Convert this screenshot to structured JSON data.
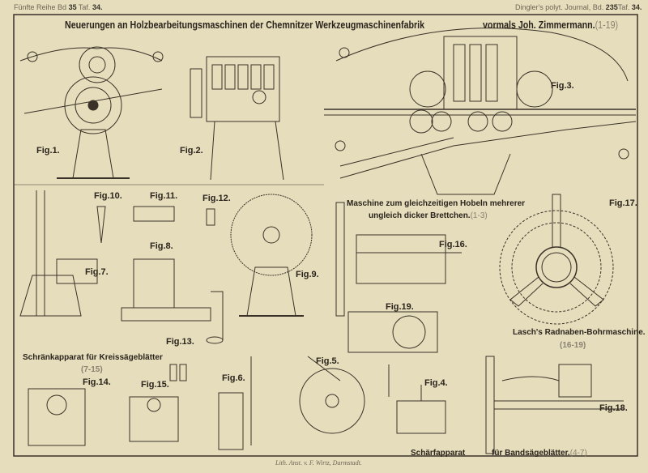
{
  "header": {
    "series_left": "Fünfte Reihe Bd",
    "volume_left": "35",
    "plate_prefix_left": "Taf.",
    "plate_left": "34.",
    "journal_right": "Dingler's polyt. Journal, Bd.",
    "volume_right": "235",
    "plate_prefix_right": "Taf.",
    "plate_right": "34."
  },
  "title": {
    "main": "Neuerungen an Holzbearbeitungsmaschinen der Chemnitzer Werkzeugmaschinenfabrik",
    "sub": "vormals Joh. Zimmermann.",
    "sub_ref": "(1-19)"
  },
  "figures": [
    "Fig.1.",
    "Fig.2.",
    "Fig.3.",
    "Fig.10.",
    "Fig.11.",
    "Fig.12.",
    "Fig.8.",
    "Fig.7.",
    "Fig.9.",
    "Fig.16.",
    "Fig.17.",
    "Fig.19.",
    "Fig.13.",
    "Fig.14.",
    "Fig.15.",
    "Fig.6.",
    "Fig.5.",
    "Fig.4.",
    "Fig.18."
  ],
  "captions": {
    "planing_line1": "Maschine zum gleichzeitigen Hobeln mehrerer",
    "planing_line2": "ungleich dicker Brettchen.",
    "planing_ref": "(1-3)",
    "setting": "Schränkapparat für Kreissägeblätter",
    "setting_ref": "(7-15)",
    "boring": "Lasch's Radnaben-Bohrmaschine.",
    "boring_ref": "(16-19)",
    "sharpening_a": "Schärfapparat",
    "sharpening_b": "für Bandsägeblätter.",
    "sharpening_ref": "(4-7)"
  },
  "credit": "Lith. Anst. v. F. Wirtz, Darmstadt."
}
